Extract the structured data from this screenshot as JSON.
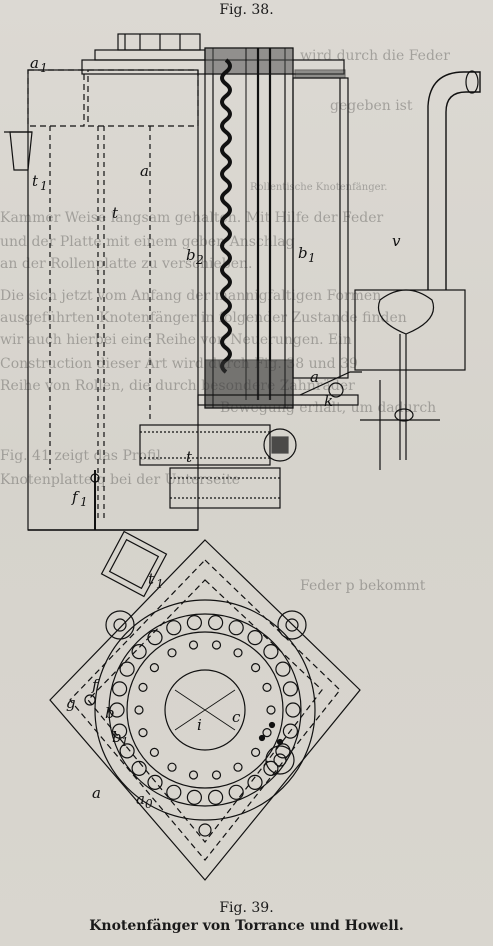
{
  "figure_top": {
    "title": "Fig. 38.",
    "labels": {
      "a1_top": "a",
      "a1_top_sub": "1",
      "t1": "t",
      "t1_sub": "1",
      "a_main": "a",
      "t_main": "t",
      "b2": "b",
      "b2_sub": "2",
      "b1": "b",
      "b1_sub": "1",
      "a_lower": "a",
      "k": "k",
      "v": "v",
      "t_lower": "t",
      "f1": "f",
      "f1_sub": "1"
    }
  },
  "figure_bottom": {
    "title": "Fig. 39.",
    "labels": {
      "t1": "t",
      "t1_sub": "1",
      "f": "f",
      "g": "g",
      "b": "b",
      "b1": "b",
      "b1_sub": "1",
      "i": "i",
      "c": "c",
      "a": "a",
      "a0": "a",
      "a0_sub": "0"
    }
  },
  "caption": "Knotenfänger von Torrance und Howell.",
  "background_text": [
    "wird durch die Feder",
    "gegeben ist",
    "Rollentische Knotenfänger.",
    "Kammer Weise langsam gehalten. Mit Hilfe der Feder",
    "und der Platte mit einem geben Anschlag",
    "an der Rollenplatte zu verschieben.",
    "Die sich jetzt vom Anfang der mannigfaltigen Formen",
    "ausgeführten Knotenfänger in folgender Zustande finden",
    "wir auch hierbei eine Reihe von Neuerungen. Ein",
    "Construction dieser Art wird durch Fig. 38 und 39",
    "Reihe von Rollen, die durch besondere Zahnräder",
    "Bewegung erhält, um dadurch",
    "Fig. 41 zeigt das Profil",
    "Knotenplatte q bei der Unterseite",
    "Feder p bekommt"
  ]
}
